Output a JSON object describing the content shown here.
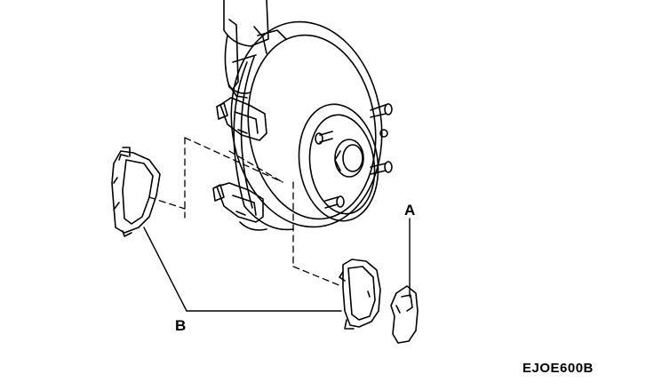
{
  "diagram": {
    "labels": {
      "a": "A",
      "b": "B"
    },
    "figure_code": "EJOE600B"
  }
}
